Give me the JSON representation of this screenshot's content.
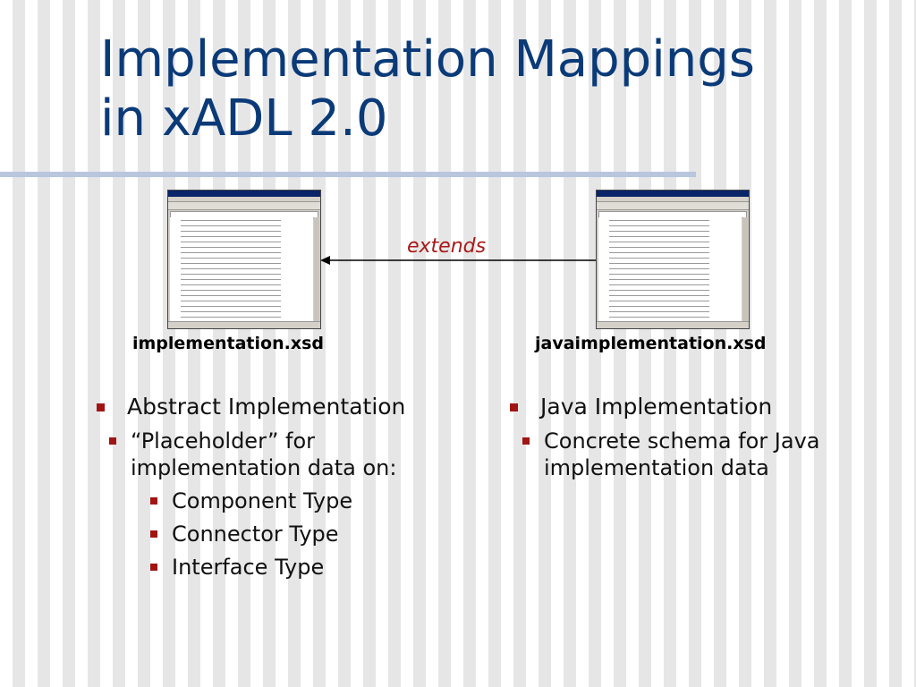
{
  "slide": {
    "title_line1": "Implementation Mappings",
    "title_line2": "in xADL 2.0",
    "relation_label": "extends",
    "left_file": "implementation.xsd",
    "right_file": "javaimplementation.xsd"
  },
  "left_column": {
    "heading": "Abstract Implementation",
    "sub": "“Placeholder” for implementation data on:",
    "items": [
      "Component Type",
      "Connector Type",
      "Interface Type"
    ]
  },
  "right_column": {
    "heading": "Java Implementation",
    "sub": "Concrete schema for Java implementation data"
  },
  "colors": {
    "title": "#0a3a78",
    "bullet": "#a01414",
    "extends": "#a81818",
    "rule": "#b8c6de"
  }
}
